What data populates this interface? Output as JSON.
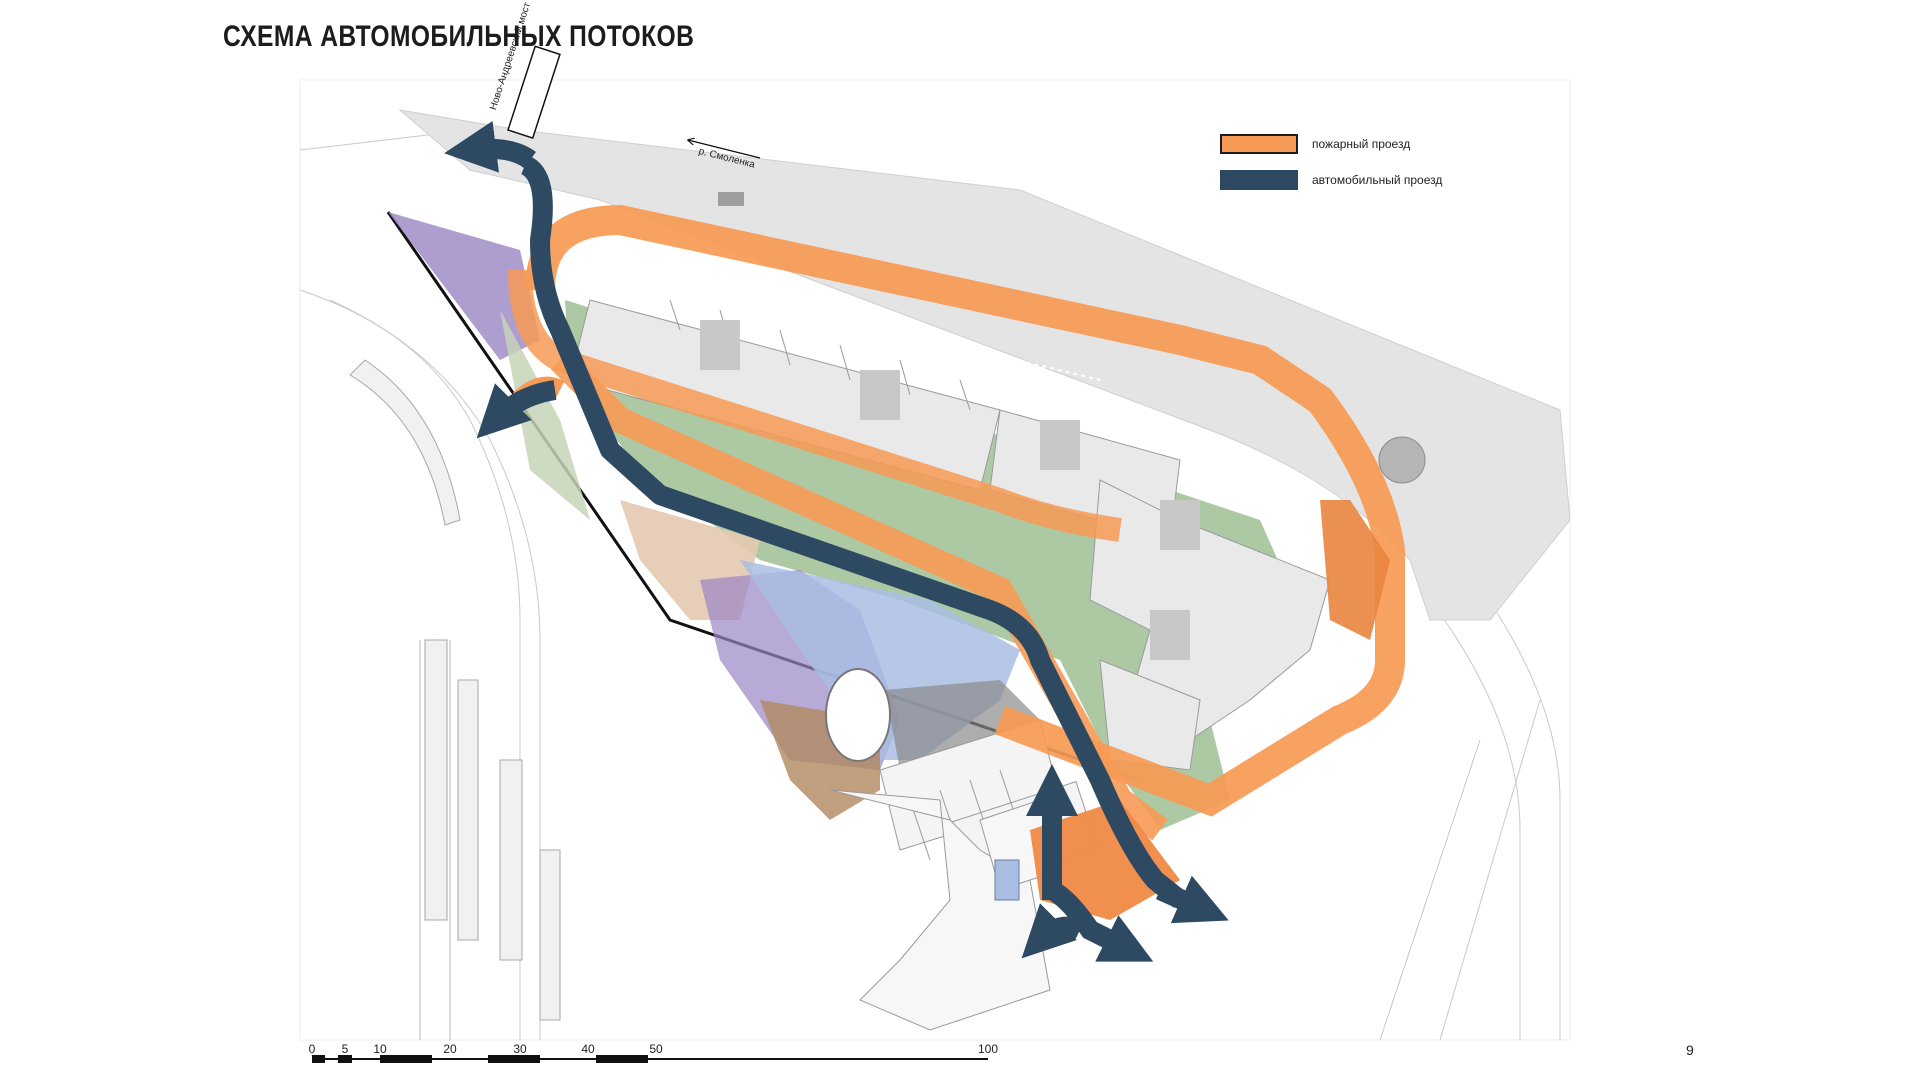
{
  "title": "СХЕМА АВТОМОБИЛЬНЫХ ПОТОКОВ",
  "legend": {
    "fire_lane": {
      "label": "пожарный проезд",
      "color": "#f79a55"
    },
    "car_lane": {
      "label": "автомобильный проезд",
      "color": "#2e4a62"
    }
  },
  "map_labels": {
    "bridge": "Ново-Андреевский мост",
    "river": "р. Смоленка"
  },
  "scale": {
    "labels": [
      "0",
      "5",
      "10",
      "20",
      "30",
      "40",
      "50",
      "100"
    ]
  },
  "page_number": "9",
  "colors": {
    "fire": "#f79a55",
    "fire_dark": "#e8843e",
    "car": "#2e4a62",
    "green_zone": "#9fbf94",
    "violet_zone": "#9a86c4",
    "blue_zone": "#a9bde3",
    "beige_zone": "#e4c9b0",
    "brown_zone": "#b0885f",
    "gray_zone": "#8a8a8a",
    "pavement": "#e6e6e6",
    "building": "#d9d9d9"
  }
}
